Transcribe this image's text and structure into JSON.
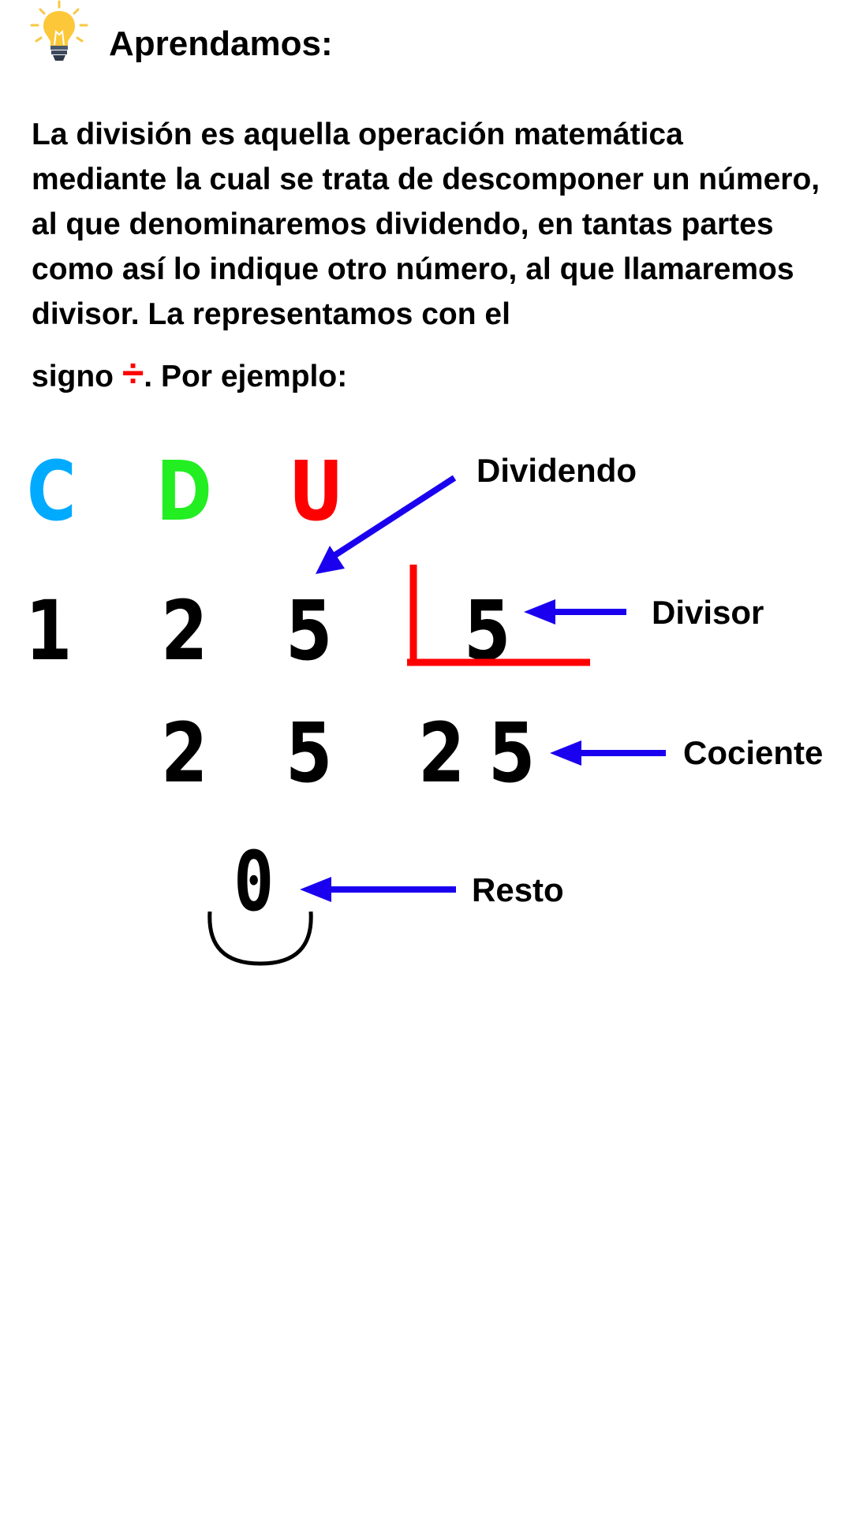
{
  "header": {
    "icon": "lightbulb-icon",
    "title": "Aprendamos:"
  },
  "paragraph": {
    "text": "La división es aquella operación matemática mediante la cual se trata de descomponer un número, al que denominaremos dividendo, en tantas partes como así lo indique otro número, al que llamaremos divisor. La representamos con el",
    "last_line_prefix": "signo ",
    "division_sign": "÷",
    "last_line_suffix": ". Por ejemplo:"
  },
  "place_values": [
    {
      "letter": "C",
      "color": "#00aaff"
    },
    {
      "letter": "D",
      "color": "#22ee22"
    },
    {
      "letter": "U",
      "color": "#ff0000"
    }
  ],
  "division": {
    "dividend_digits": [
      "1",
      "2",
      "5"
    ],
    "divisor": "5",
    "partial_digits": [
      "2",
      "5"
    ],
    "quotient": "2 5",
    "remainder": "0"
  },
  "labels": {
    "dividend": "Dividendo",
    "divisor": "Divisor",
    "quotient": "Cociente",
    "remainder": "Resto"
  },
  "colors": {
    "arrow": "#1a00ee",
    "bracket": "#ff0000",
    "division_sign": "#ff0000"
  }
}
